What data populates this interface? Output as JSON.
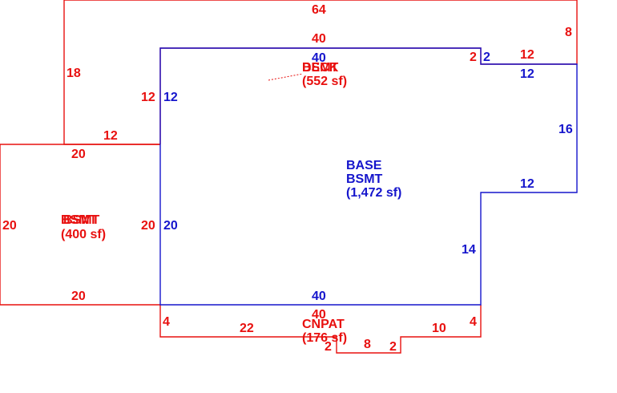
{
  "colors": {
    "red": "#e8100f",
    "blue": "#1515cc"
  },
  "areas": {
    "deck_name": "DECK",
    "deck_overlap": "BSMT",
    "deck_area": "(552 sf)",
    "base_name": "BASE",
    "base_sub": "BSMT",
    "base_area": "(1,472 sf)",
    "left_name": "BSMT",
    "left_overlap": "BSMT",
    "left_area": "(400 sf)",
    "cnpat_name": "CNPAT",
    "cnpat_area": "(176 sf)"
  },
  "dims": {
    "top_64": "64",
    "top_40_red": "40",
    "top_40_blue": "40",
    "right_8": "8",
    "step_2_red": "2",
    "step_2_blue": "2",
    "step_12_red": "12",
    "step_12_blue": "12",
    "left_18": "18",
    "left_12_red": "12",
    "left_12_blue": "12",
    "right_16": "16",
    "ledge_12_red": "12",
    "ledge_20_top": "20",
    "right_12_lower": "12",
    "bsmt_20_left": "20",
    "bsmt_20_right_red": "20",
    "bsmt_20_right_blue": "20",
    "right_14": "14",
    "bsmt_20_bottom": "20",
    "bottom_40_blue": "40",
    "bottom_40_red": "40",
    "cn_4_left": "4",
    "cn_4_right": "4",
    "cn_22": "22",
    "cn_10": "10",
    "cn_2_left": "2",
    "cn_8": "8",
    "cn_2_right": "2"
  }
}
